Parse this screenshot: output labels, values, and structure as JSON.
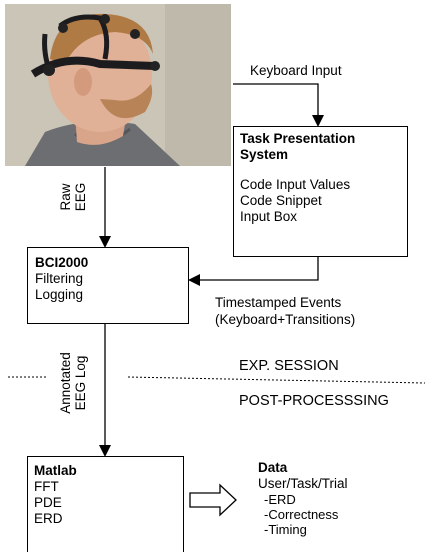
{
  "photo": {
    "alt": "person wearing EEG headset"
  },
  "labels": {
    "keyboard_input": "Keyboard Input",
    "raw_eeg_line1": "Raw",
    "raw_eeg_line2": "EEG",
    "timestamped_line1": "Timestamped Events",
    "timestamped_line2": "(Keyboard+Transitions)",
    "annotated_line1": "Annotated",
    "annotated_line2": "EEG Log",
    "exp_session": "EXP. SESSION",
    "post_processing": "POST-PROCESSSING"
  },
  "task_box": {
    "title_line1": "Task Presentation",
    "title_line2": "System",
    "items": [
      "Code Input Values",
      "Code Snippet",
      "Input Box"
    ]
  },
  "bci_box": {
    "title": "BCI2000",
    "items": [
      "Filtering",
      "Logging"
    ]
  },
  "matlab_box": {
    "title": "Matlab",
    "items": [
      "FFT",
      "PDE",
      "ERD"
    ]
  },
  "data_block": {
    "title": "Data",
    "subtitle": "User/Task/Trial",
    "items": [
      "-ERD",
      "-Correctness",
      "-Timing"
    ]
  }
}
